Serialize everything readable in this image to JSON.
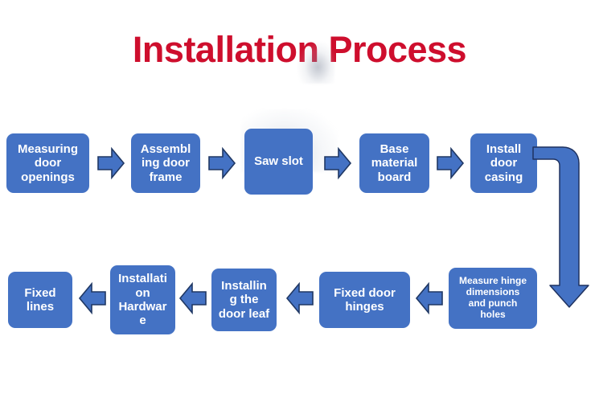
{
  "title": "Installation Process",
  "theme": {
    "background": "#ffffff",
    "box_fill": "#4472C4",
    "box_text": "#FFFFFF",
    "arrow_fill": "#4472C4",
    "arrow_outline": "#203864",
    "title_color": "#CE0E2D"
  },
  "flow": {
    "row1": [
      {
        "id": "step-1",
        "label": "Measuring\ndoor\nopenings"
      },
      {
        "id": "step-2",
        "label": "Assembl\ning door\nframe"
      },
      {
        "id": "step-3",
        "label": "Saw slot"
      },
      {
        "id": "step-4",
        "label": "Base\nmaterial\nboard"
      },
      {
        "id": "step-5",
        "label": "Install\ndoor\ncasing"
      }
    ],
    "row2": [
      {
        "id": "step-6",
        "label": "Measure hinge\ndimensions\nand punch\nholes"
      },
      {
        "id": "step-7",
        "label": "Fixed door\nhinges"
      },
      {
        "id": "step-8",
        "label": "Installin\ng the\ndoor leaf"
      },
      {
        "id": "step-9",
        "label": "Installati\non\nHardwar\ne"
      },
      {
        "id": "step-10",
        "label": "Fixed\nlines"
      }
    ],
    "connectors": {
      "row1_arrows": [
        "arrow-right-1",
        "arrow-right-2",
        "arrow-right-3",
        "arrow-right-4"
      ],
      "wrap": "elbow-connector-down",
      "row2_arrows": [
        "arrow-left-1",
        "arrow-left-2",
        "arrow-left-3",
        "arrow-left-4"
      ]
    }
  }
}
